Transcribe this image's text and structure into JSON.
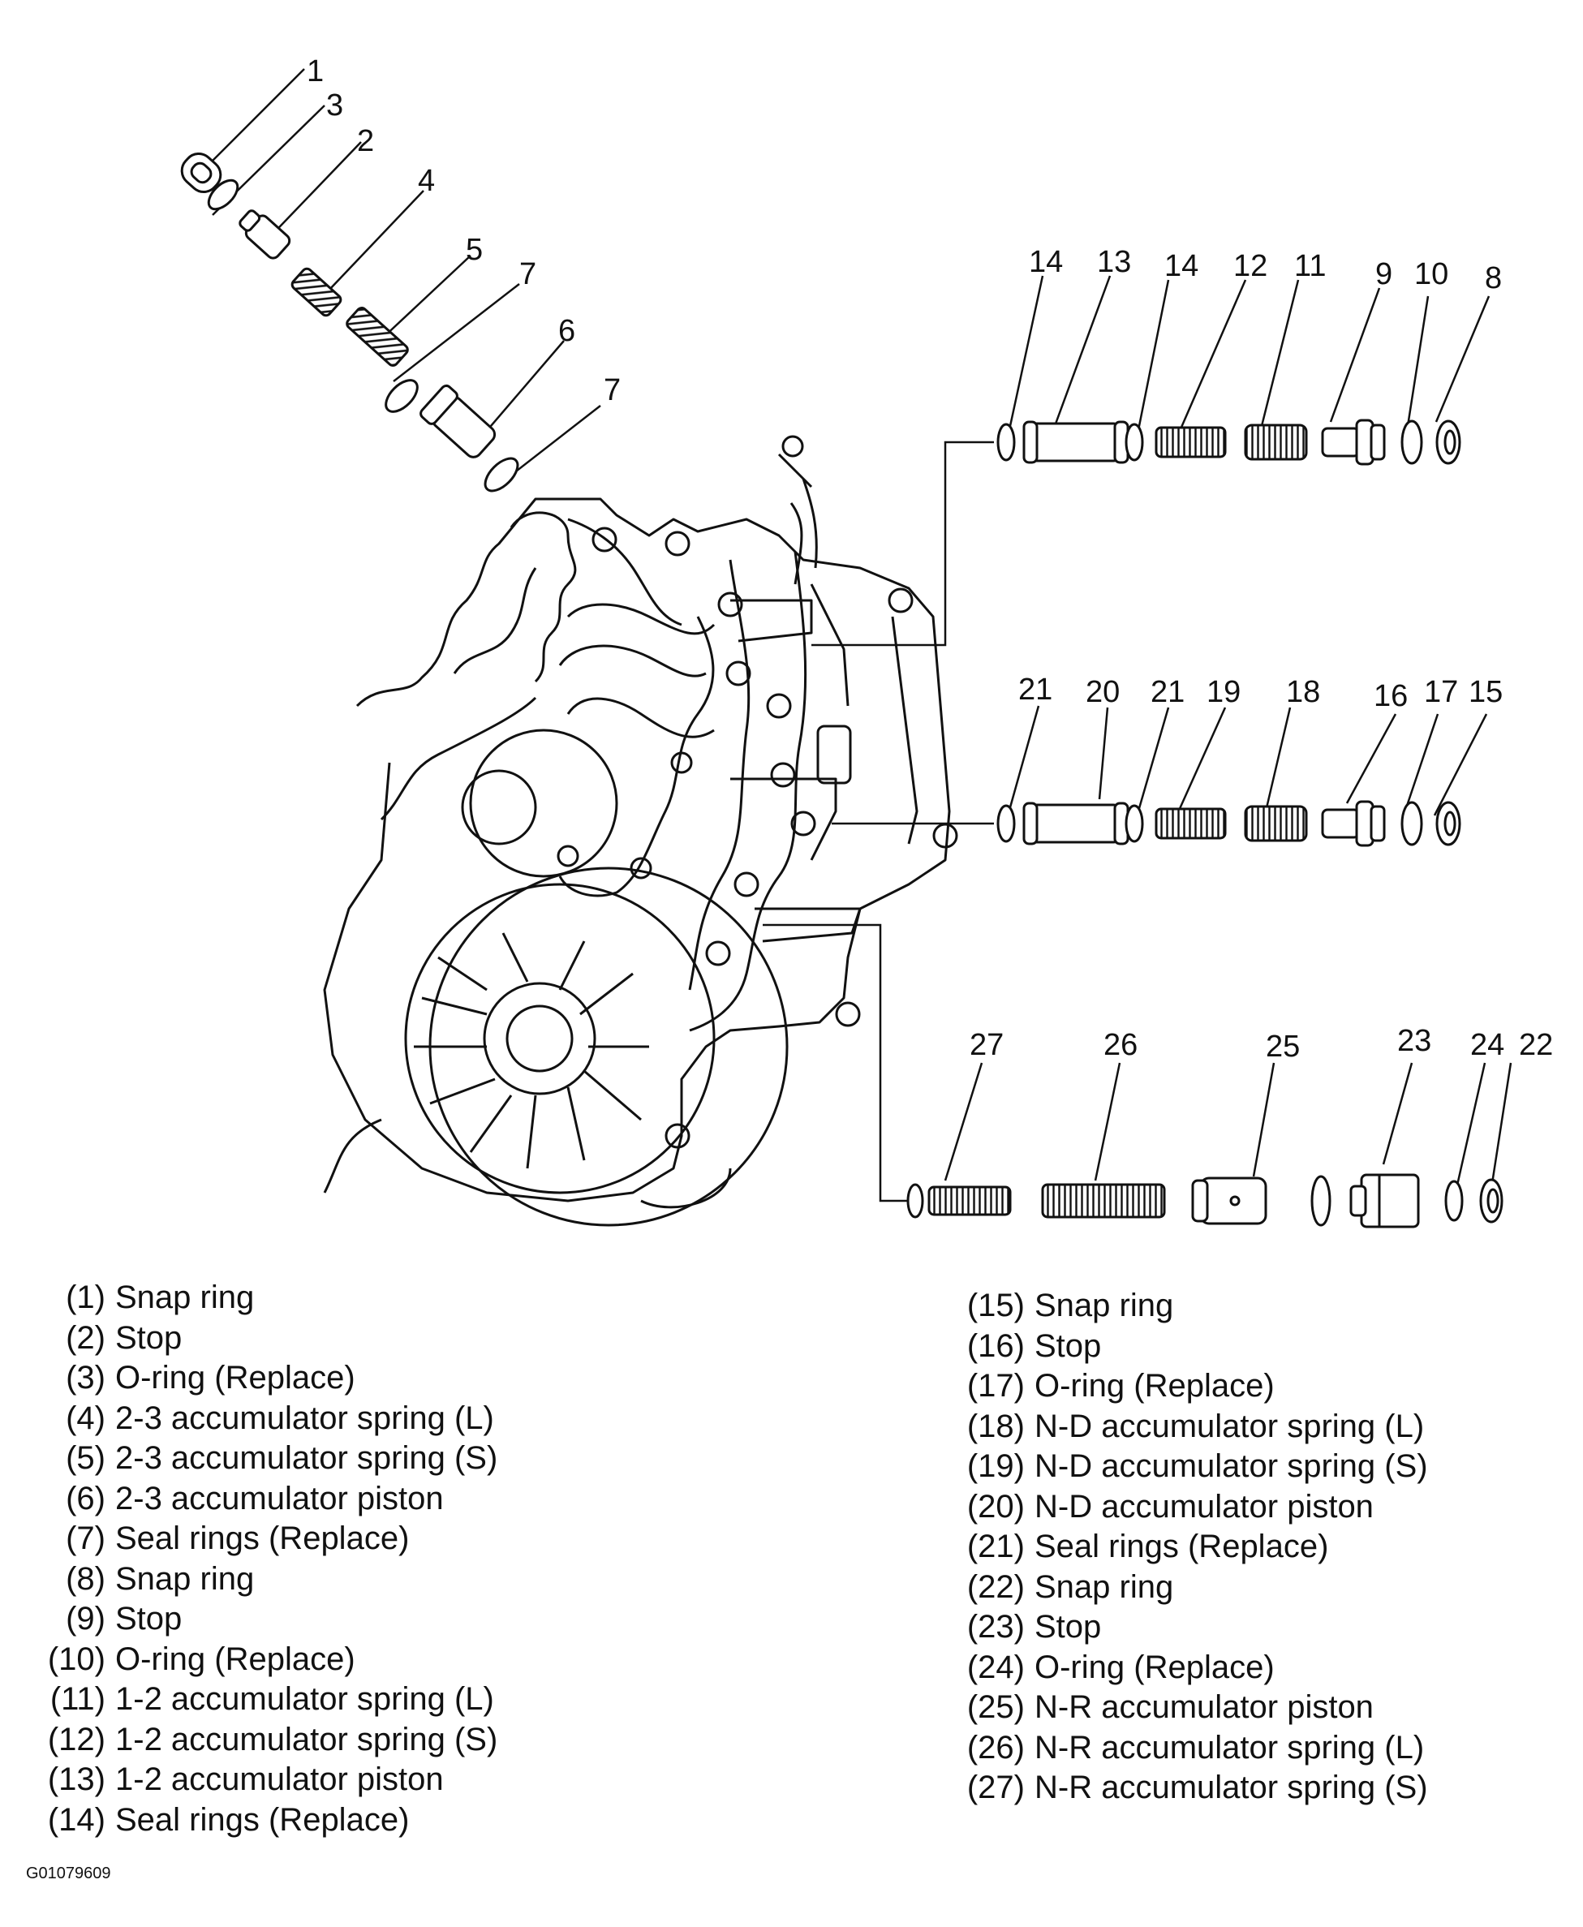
{
  "callouts": {
    "c1": "1",
    "c3": "3",
    "c2": "2",
    "c4": "4",
    "c5": "5",
    "c7a": "7",
    "c6": "6",
    "c7b": "7",
    "c14a": "14",
    "c13": "13",
    "c14b": "14",
    "c12": "12",
    "c11": "11",
    "c9": "9",
    "c10": "10",
    "c8": "8",
    "c21a": "21",
    "c20": "20",
    "c21b": "21",
    "c19": "19",
    "c18": "18",
    "c16": "16",
    "c17": "17",
    "c15": "15",
    "c27": "27",
    "c26": "26",
    "c25": "25",
    "c23": "23",
    "c24": "24",
    "c22": "22"
  },
  "legend_left": [
    {
      "num": "(1)",
      "label": "Snap ring"
    },
    {
      "num": "(2)",
      "label": "Stop"
    },
    {
      "num": "(3)",
      "label": "O-ring (Replace)"
    },
    {
      "num": "(4)",
      "label": "2-3 accumulator spring (L)"
    },
    {
      "num": "(5)",
      "label": "2-3 accumulator spring (S)"
    },
    {
      "num": "(6)",
      "label": "2-3 accumulator piston"
    },
    {
      "num": "(7)",
      "label": "Seal rings (Replace)"
    },
    {
      "num": "(8)",
      "label": "Snap ring"
    },
    {
      "num": "(9)",
      "label": "Stop"
    },
    {
      "num": "(10)",
      "label": "O-ring (Replace)"
    },
    {
      "num": "(11)",
      "label": "1-2 accumulator spring (L)"
    },
    {
      "num": "(12)",
      "label": "1-2 accumulator spring (S)"
    },
    {
      "num": "(13)",
      "label": "1-2 accumulator piston"
    },
    {
      "num": "(14)",
      "label": "Seal rings (Replace)"
    }
  ],
  "legend_right": [
    {
      "num": "(15)",
      "label": "Snap ring"
    },
    {
      "num": "(16)",
      "label": "Stop"
    },
    {
      "num": "(17)",
      "label": "O-ring (Replace)"
    },
    {
      "num": "(18)",
      "label": "N-D accumulator spring (L)"
    },
    {
      "num": "(19)",
      "label": "N-D accumulator spring (S)"
    },
    {
      "num": "(20)",
      "label": "N-D accumulator piston"
    },
    {
      "num": "(21)",
      "label": "Seal rings (Replace)"
    },
    {
      "num": "(22)",
      "label": "Snap ring"
    },
    {
      "num": "(23)",
      "label": "Stop"
    },
    {
      "num": "(24)",
      "label": "O-ring (Replace)"
    },
    {
      "num": "(25)",
      "label": "N-R accumulator piston"
    },
    {
      "num": "(26)",
      "label": "N-R accumulator spring (L)"
    },
    {
      "num": "(27)",
      "label": "N-R accumulator spring (S)"
    }
  ],
  "figure_code": "G01079609"
}
